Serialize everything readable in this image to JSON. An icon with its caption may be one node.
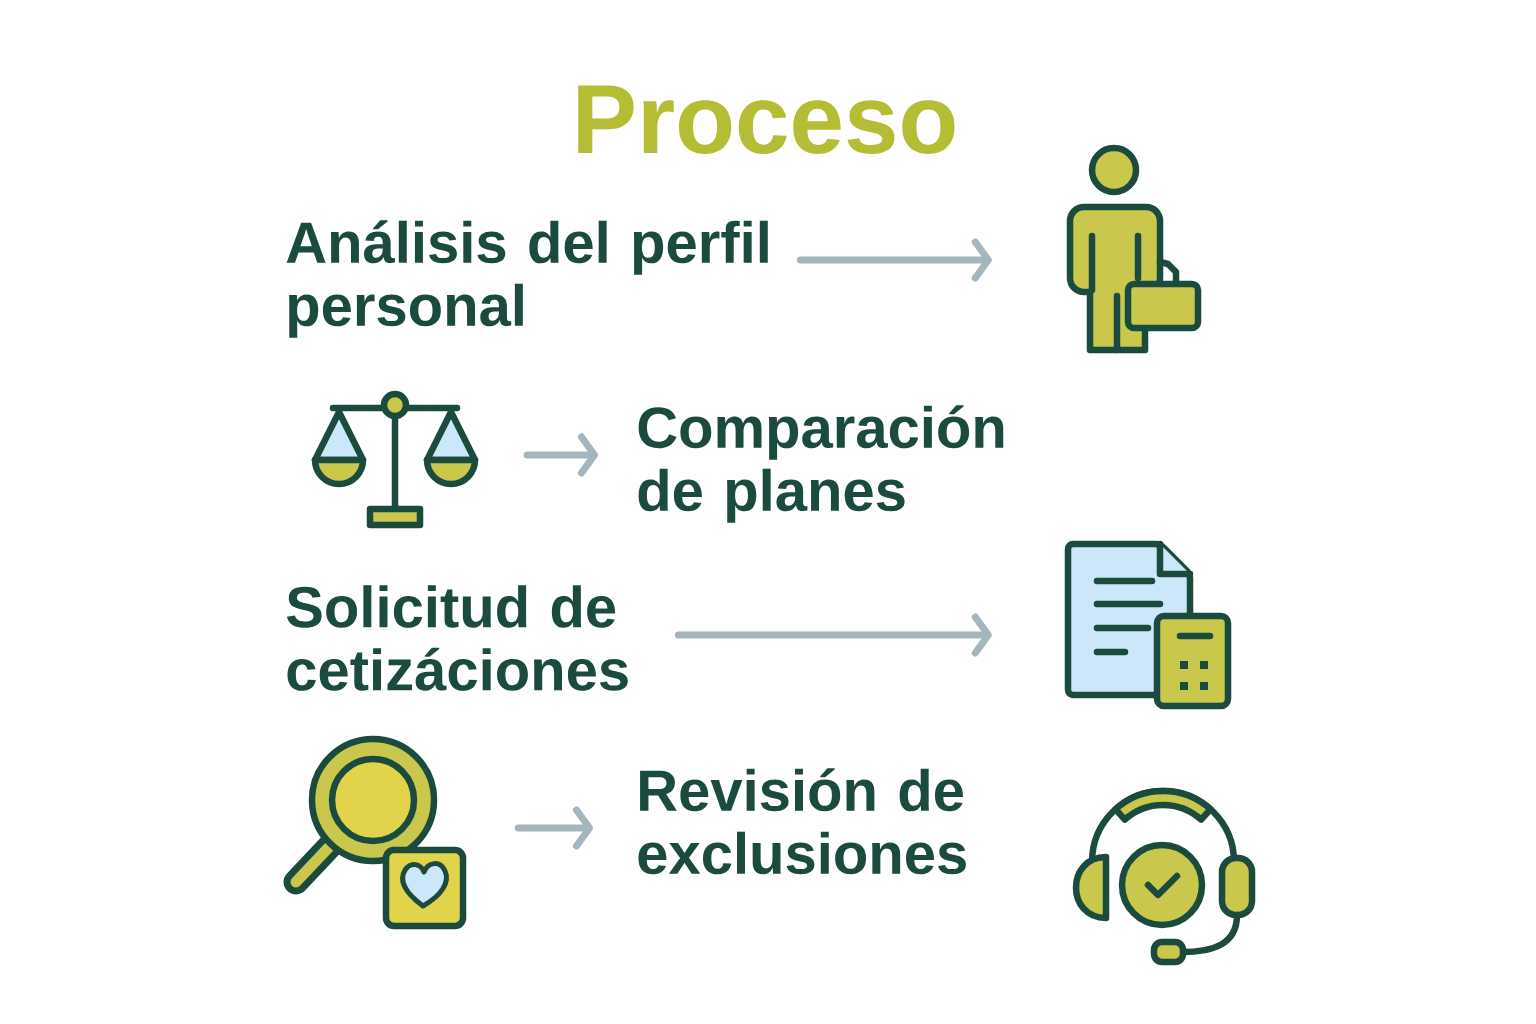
{
  "diagram": {
    "title": "Proceso",
    "nodes": [
      {
        "text": [
          "Análisis del perfil personal"
        ]
      },
      {
        "text": [],
        "shape": "picture"
      },
      {
        "text": [],
        "shape": "picture"
      },
      {
        "text": [
          "Comparación de planes"
        ]
      },
      {
        "text": [
          "Solicitud de cetizáciones"
        ]
      },
      {
        "text": [],
        "shape": "picture"
      },
      {
        "text": [],
        "shape": "picture"
      },
      {
        "text": [
          "Revisión de exclusiones"
        ]
      },
      {
        "text": [],
        "shape": "picture"
      }
    ],
    "edges": [
      {
        "from": 0,
        "to": 1,
        "arrow": "to"
      },
      {
        "from": 2,
        "to": 3,
        "arrow": "to"
      },
      {
        "from": 4,
        "to": 5,
        "arrow": "to"
      },
      {
        "from": 6,
        "to": 7,
        "arrow": "to"
      }
    ]
  }
}
